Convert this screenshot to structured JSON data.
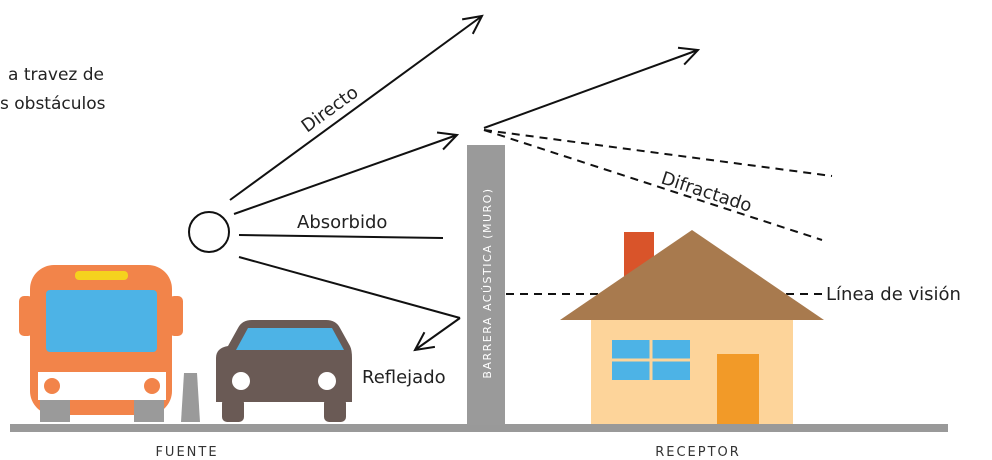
{
  "intro_text": {
    "line1": "a travez de",
    "line2": "s obstáculos"
  },
  "paths": {
    "direct": "Directo",
    "absorbed": "Absorbido",
    "reflected": "Reflejado",
    "diffracted": "Difractado",
    "line_of_sight": "Línea de visión"
  },
  "barrier_label": "BARRERA ACÚSTICA (MURO)",
  "captions": {
    "source": "FUENTE",
    "receiver": "RECEPTOR"
  },
  "colors": {
    "ground": "#999999",
    "barrier": "#9a9a9a",
    "bus_body": "#f2844a",
    "bus_window": "#4db3e6",
    "bus_light": "#f5d21e",
    "car_body": "#6a5a55",
    "car_window": "#4db3e6",
    "roof": "#a87a4e",
    "chimney": "#d9542a",
    "house_wall": "#fdd49a",
    "house_window": "#4db3e6",
    "house_door": "#f29a28"
  }
}
